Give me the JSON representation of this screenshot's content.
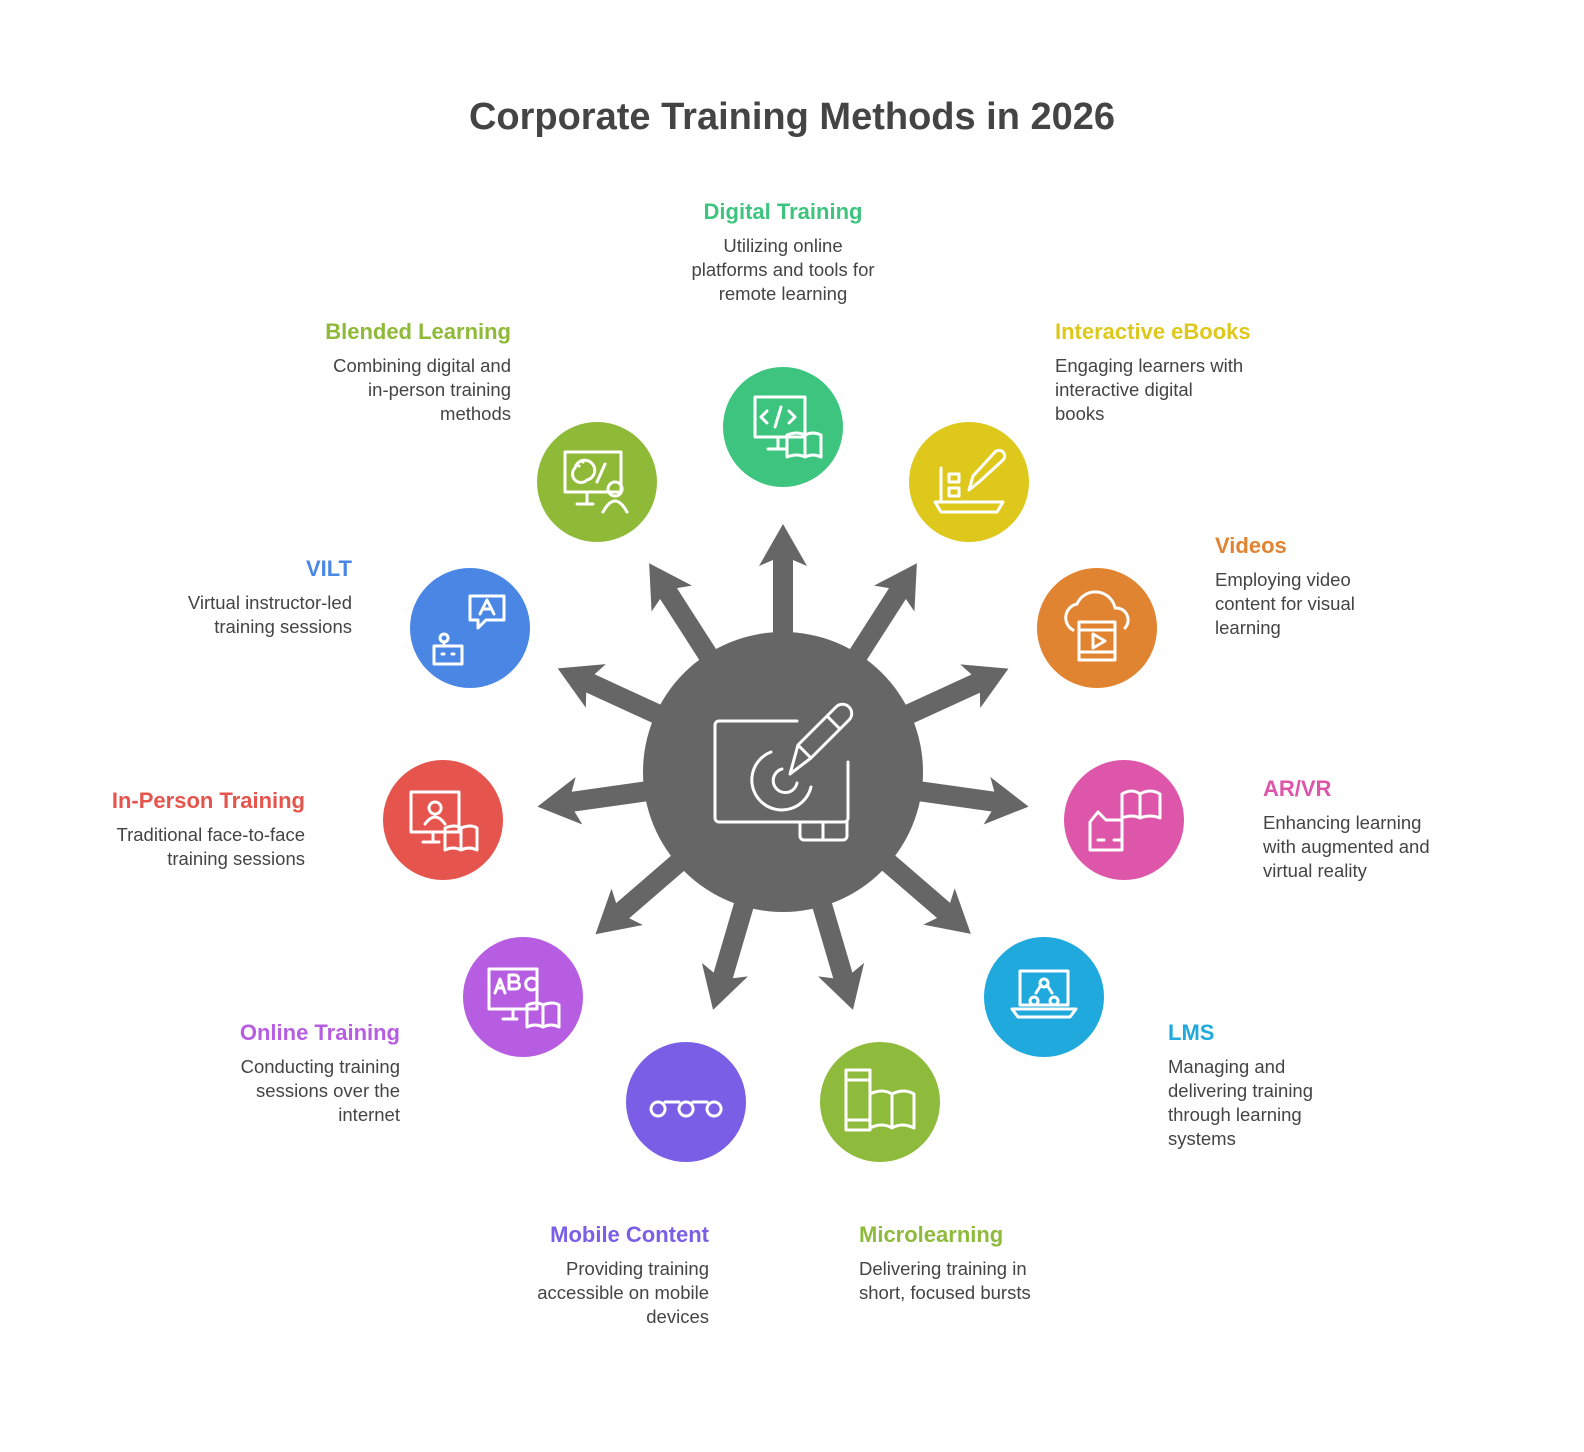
{
  "title": "Corporate Training Methods in 2026",
  "center": {
    "icon": "drawing-tablet-icon",
    "color": "#666666"
  },
  "methods": [
    {
      "title": "Digital Training",
      "description": [
        "Utilizing online",
        "platforms and tools for",
        "remote learning"
      ],
      "color": "#3dc47e",
      "icon": "code-monitor-book-icon"
    },
    {
      "title": "Interactive eBooks",
      "description": [
        "Engaging learners with",
        "interactive digital",
        "books"
      ],
      "color": "#dec81c",
      "icon": "laptop-pencil-icon"
    },
    {
      "title": "Videos",
      "description": [
        "Employing video",
        "content for visual",
        "learning"
      ],
      "color": "#e08431",
      "icon": "cloud-video-icon"
    },
    {
      "title": "AR/VR",
      "description": [
        "Enhancing learning",
        "with augmented and",
        "virtual reality"
      ],
      "color": "#dd56a9",
      "icon": "vr-headset-book-icon"
    },
    {
      "title": "LMS",
      "description": [
        "Managing and",
        "delivering training",
        "through learning",
        "systems"
      ],
      "color": "#1fa9dc",
      "icon": "laptop-network-icon"
    },
    {
      "title": "Microlearning",
      "description": [
        "Delivering training in",
        "short, focused bursts"
      ],
      "color": "#8fbb3c",
      "icon": "phone-book-icon"
    },
    {
      "title": "Mobile Content",
      "description": [
        "Providing training",
        "accessible on mobile",
        "devices"
      ],
      "color": "#7a5fe6",
      "icon": "connected-nodes-icon"
    },
    {
      "title": "Online Training",
      "description": [
        "Conducting training",
        "sessions over the",
        "internet"
      ],
      "color": "#b75de2",
      "icon": "abc-monitor-book-icon"
    },
    {
      "title": "In-Person Training",
      "description": [
        "Traditional face-to-face",
        "training sessions"
      ],
      "color": "#e5554d",
      "icon": "teacher-monitor-book-icon"
    },
    {
      "title": "VILT",
      "description": [
        "Virtual instructor-led",
        "training sessions"
      ],
      "color": "#4a87e4",
      "icon": "robot-chat-icon"
    },
    {
      "title": "Blended Learning",
      "description": [
        "Combining digital and",
        "in-person training",
        "methods"
      ],
      "color": "#8fba38",
      "icon": "palette-monitor-person-icon"
    }
  ]
}
